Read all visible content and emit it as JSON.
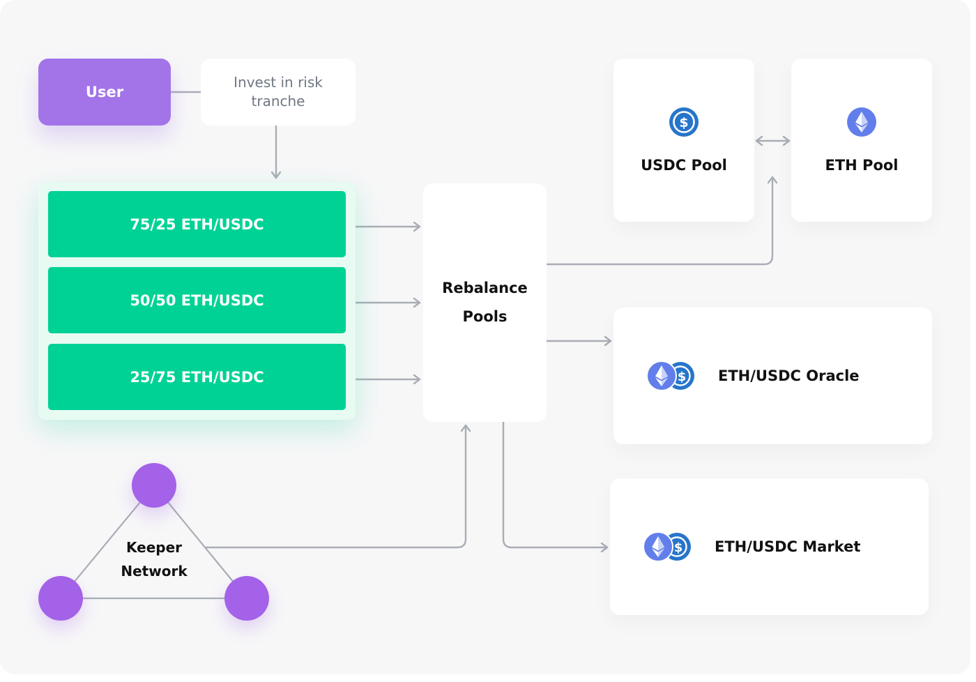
{
  "user": {
    "label": "User"
  },
  "invest": {
    "label": "Invest in risk tranche"
  },
  "tranches": [
    {
      "label": "75/25 ETH/USDC"
    },
    {
      "label": "50/50 ETH/USDC"
    },
    {
      "label": "25/75 ETH/USDC"
    }
  ],
  "rebalance": {
    "label_line1": "Rebalance",
    "label_line2": "Pools"
  },
  "pools": {
    "usdc": {
      "label": "USDC Pool",
      "icon": "usdc-icon"
    },
    "eth": {
      "label": "ETH Pool",
      "icon": "eth-icon"
    }
  },
  "oracle": {
    "label": "ETH/USDC Oracle"
  },
  "market": {
    "label": "ETH/USDC Market"
  },
  "keeper": {
    "label_line1": "Keeper",
    "label_line2": "Network"
  },
  "colors": {
    "user": "#a274e8",
    "tranche": "#00d295",
    "keeper_node": "#a462e8",
    "eth": "#627eea",
    "usdc": "#2775ca",
    "connector": "#a9adb5"
  }
}
